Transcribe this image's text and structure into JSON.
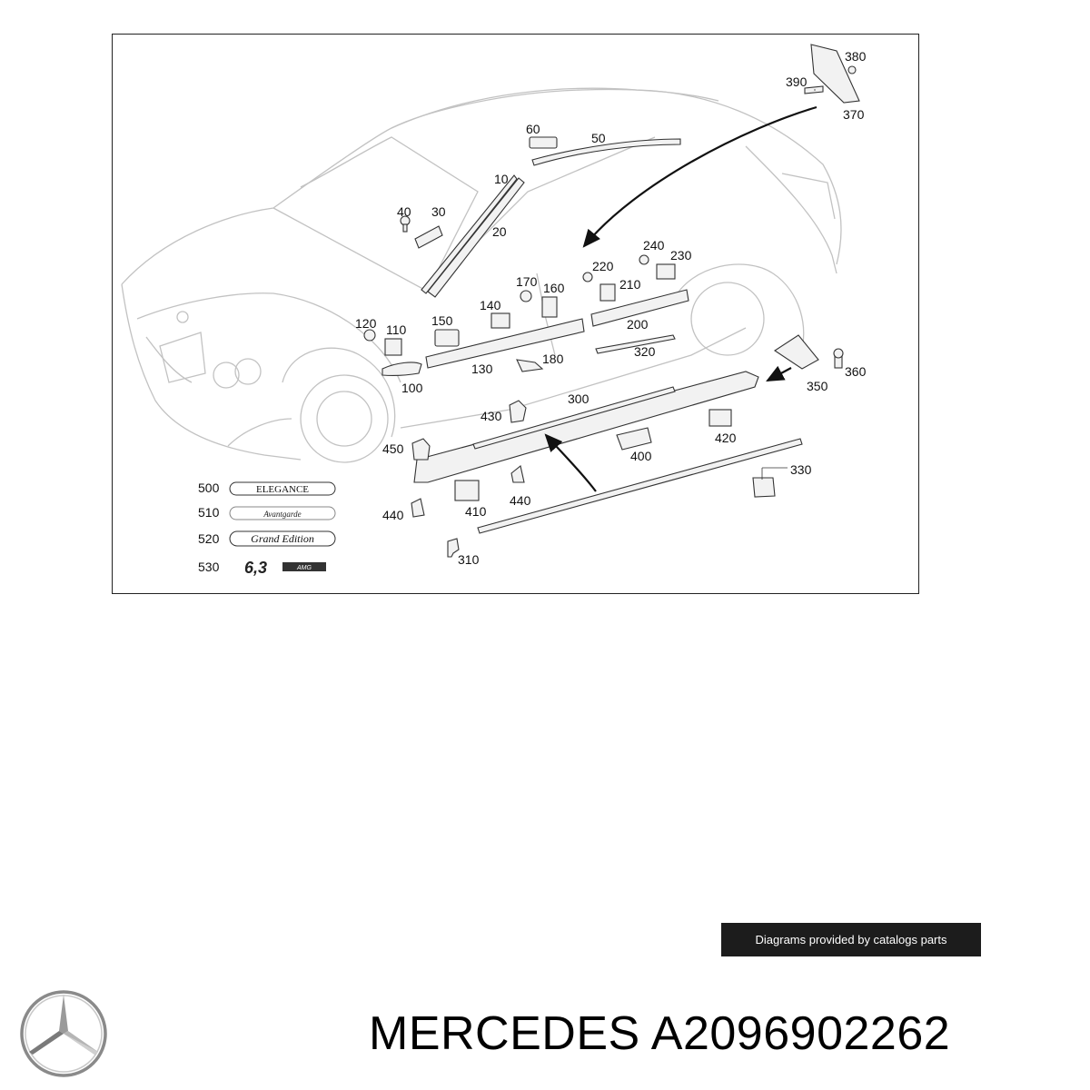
{
  "callouts": {
    "c10": "10",
    "c20": "20",
    "c30": "30",
    "c40": "40",
    "c50": "50",
    "c60": "60",
    "c100": "100",
    "c110": "110",
    "c120": "120",
    "c130": "130",
    "c140": "140",
    "c150": "150",
    "c160": "160",
    "c170": "170",
    "c180": "180",
    "c200": "200",
    "c210": "210",
    "c220": "220",
    "c230": "230",
    "c240": "240",
    "c300": "300",
    "c310": "310",
    "c320": "320",
    "c330": "330",
    "c350": "350",
    "c360": "360",
    "c370": "370",
    "c380": "380",
    "c390": "390",
    "c400": "400",
    "c410": "410",
    "c420": "420",
    "c430": "430",
    "c440a": "440",
    "c440b": "440",
    "c450": "450",
    "c500": "500",
    "c510": "510",
    "c520": "520",
    "c530": "530"
  },
  "badges": {
    "elegance": "ELEGANCE",
    "avantgarde": "Avantgarde",
    "grand_edition": "Grand Edition",
    "amg_number": "6,3",
    "amg_suffix": "AMG"
  },
  "credit": "Diagrams provided by catalogs parts",
  "brand_logo_icon": "mercedes-star-icon",
  "title": "MERCEDES A2096902262"
}
